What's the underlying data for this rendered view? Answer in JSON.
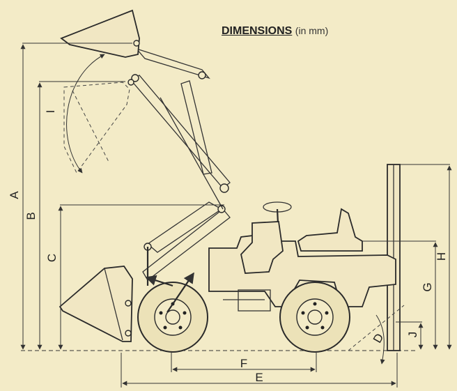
{
  "title": {
    "main": "DIMENSIONS",
    "unit": "(in mm)"
  },
  "labels": {
    "a": "A",
    "b": "B",
    "c": "C",
    "d": "D",
    "e": "E",
    "f": "F",
    "g": "G",
    "h": "H",
    "i": "I",
    "j": "J"
  }
}
